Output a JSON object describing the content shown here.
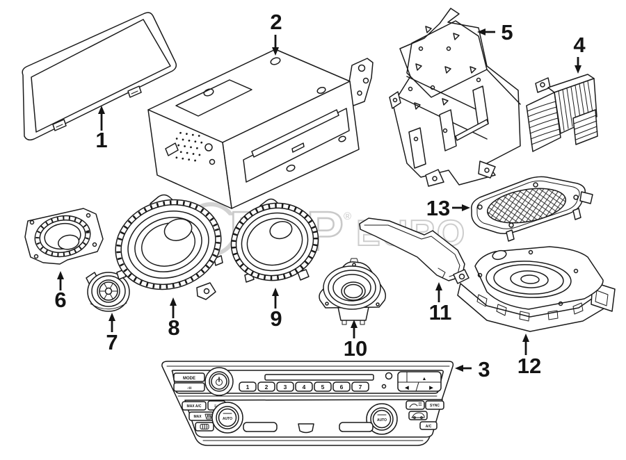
{
  "watermark": {
    "brand": "FCP",
    "registered": "®",
    "brand2": "EURO"
  },
  "callouts": [
    {
      "label": "1",
      "part": "display-screen"
    },
    {
      "label": "2",
      "part": "head-unit"
    },
    {
      "label": "3",
      "part": "control-panel"
    },
    {
      "label": "4",
      "part": "amplifier"
    },
    {
      "label": "5",
      "part": "mounting-bracket"
    },
    {
      "label": "6",
      "part": "door-speaker"
    },
    {
      "label": "7",
      "part": "tweeter"
    },
    {
      "label": "8",
      "part": "large-woofer"
    },
    {
      "label": "9",
      "part": "mid-woofer"
    },
    {
      "label": "10",
      "part": "small-speaker"
    },
    {
      "label": "11",
      "part": "trim-cover"
    },
    {
      "label": "12",
      "part": "subwoofer"
    },
    {
      "label": "13",
      "part": "speaker-grille"
    }
  ],
  "control_panel": {
    "mode_label": "MODE",
    "station_icon": "♪ıı",
    "presets": [
      "1",
      "2",
      "3",
      "4",
      "5",
      "6",
      "7"
    ],
    "up_arrow": "▲",
    "left_arrow": "◀",
    "right_arrow": "▶",
    "max_ac_label": "MAX A/C",
    "airflow_icon": "≡♪",
    "max_defrost_label": "MAX",
    "auto_label": "AUTO",
    "sync_label": "SYNC",
    "ac_label": "A/C"
  }
}
